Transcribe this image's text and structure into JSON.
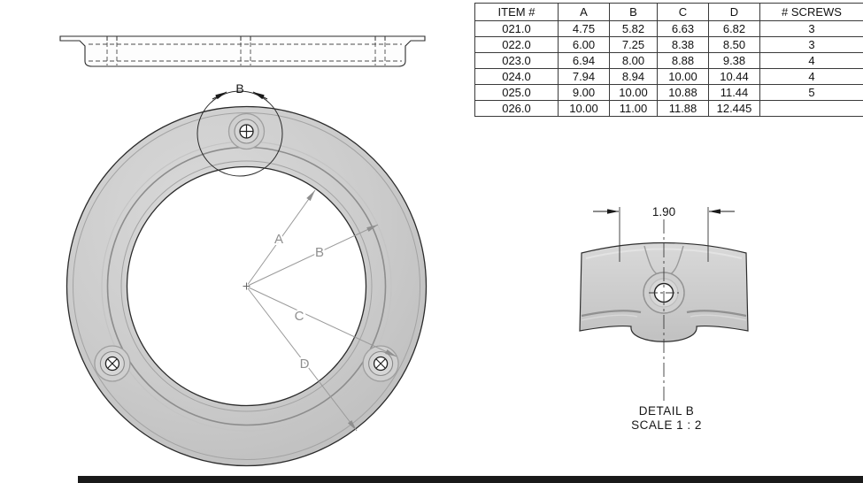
{
  "table": {
    "headers": [
      "ITEM #",
      "A",
      "B",
      "C",
      "D",
      "# SCREWS"
    ],
    "rows": [
      [
        "021.0",
        "4.75",
        "5.82",
        "6.63",
        "6.82",
        "3"
      ],
      [
        "022.0",
        "6.00",
        "7.25",
        "8.38",
        "8.50",
        "3"
      ],
      [
        "023.0",
        "6.94",
        "8.00",
        "8.88",
        "9.38",
        "4"
      ],
      [
        "024.0",
        "7.94",
        "8.94",
        "10.00",
        "10.44",
        "4"
      ],
      [
        "025.0",
        "9.00",
        "10.00",
        "10.88",
        "11.44",
        "5"
      ],
      [
        "026.0",
        "10.00",
        "11.00",
        "11.88",
        "12.445",
        ""
      ]
    ]
  },
  "front_view": {
    "detail_callout": "B",
    "dim_a": "A",
    "dim_b": "B",
    "dim_c": "C",
    "dim_d": "D"
  },
  "detail_view": {
    "dimension": "1.90",
    "title": "DETAIL B",
    "scale": "SCALE 1 : 2"
  },
  "colors": {
    "part_fill": "#cbcbcb",
    "outline": "#2b2b2b",
    "dim_line": "#8f8f8f",
    "table_border": "#3a3a3a",
    "bottom_bar": "#191919"
  }
}
